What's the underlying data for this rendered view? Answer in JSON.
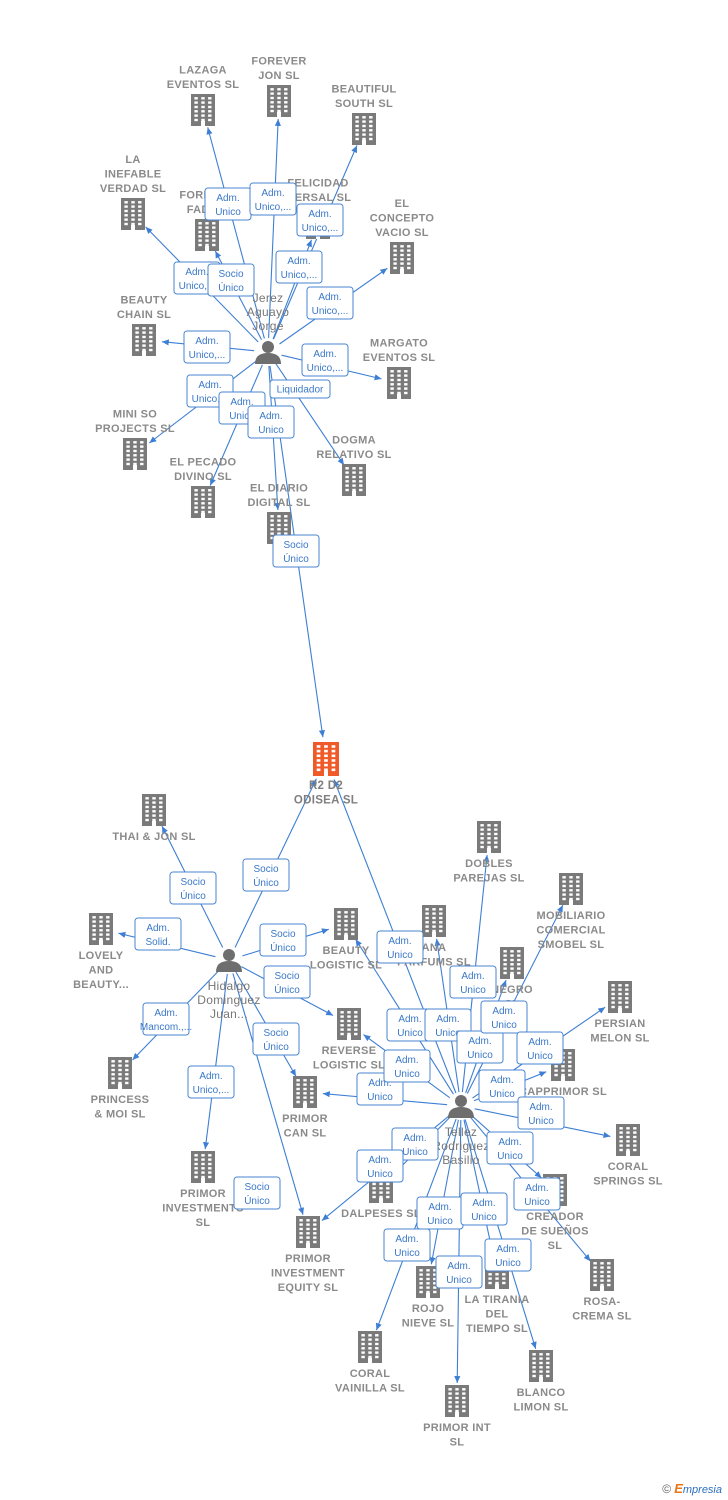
{
  "colors": {
    "company": "#7a7a7a",
    "focus": "#f05a28",
    "person": "#6e6e6e",
    "edge": "#3d7fd4",
    "label": "#8a8a8a"
  },
  "watermark": {
    "symbol": "©",
    "brand_initial": "E",
    "brand_rest": "mpresia"
  },
  "diagram": {
    "focus_id": "r2d2",
    "nodes": [
      {
        "id": "lazaga",
        "type": "company",
        "lines": [
          "LAZAGA",
          "EVENTOS SL"
        ]
      },
      {
        "id": "forever_jon",
        "type": "company",
        "lines": [
          "FOREVER",
          "JON SL"
        ]
      },
      {
        "id": "beautiful_south",
        "type": "company",
        "lines": [
          "BEAUTIFUL",
          "SOUTH SL"
        ]
      },
      {
        "id": "inefable",
        "type": "company",
        "lines": [
          "LA",
          "INEFABLE",
          "VERDAD SL"
        ]
      },
      {
        "id": "forever_fade",
        "type": "company",
        "lines": [
          "FOREVER",
          "FADE..."
        ]
      },
      {
        "id": "felicidad",
        "type": "company",
        "lines": [
          "FELICIDAD",
          "...ERSAL SL"
        ]
      },
      {
        "id": "concepto",
        "type": "company",
        "lines": [
          "EL",
          "CONCEPTO",
          "VACIO SL"
        ]
      },
      {
        "id": "beauty_chain",
        "type": "company",
        "lines": [
          "BEAUTY",
          "CHAIN SL"
        ]
      },
      {
        "id": "margato",
        "type": "company",
        "lines": [
          "MARGATO",
          "EVENTOS SL"
        ]
      },
      {
        "id": "mini_so",
        "type": "company",
        "lines": [
          "MINI SO",
          "PROJECTS SL"
        ]
      },
      {
        "id": "dogma",
        "type": "company",
        "lines": [
          "DOGMA",
          "RELATIVO SL"
        ]
      },
      {
        "id": "pecado",
        "type": "company",
        "lines": [
          "EL PECADO",
          "DIVINO SL"
        ]
      },
      {
        "id": "diario",
        "type": "company",
        "lines": [
          "EL DIARIO",
          "DIGITAL SL"
        ]
      },
      {
        "id": "r2d2",
        "type": "focus",
        "lines": [
          "R2 D2",
          "ODISEA SL"
        ]
      },
      {
        "id": "thai",
        "type": "company",
        "lines": [
          "THAI & JON SL"
        ]
      },
      {
        "id": "lovely",
        "type": "company",
        "lines": [
          "LOVELY",
          "AND",
          "BEAUTY..."
        ]
      },
      {
        "id": "princess",
        "type": "company",
        "lines": [
          "PRINCESS",
          "& MOI SL"
        ]
      },
      {
        "id": "primor_inv",
        "type": "company",
        "lines": [
          "PRIMOR",
          "INVESTMENTS",
          "SL"
        ]
      },
      {
        "id": "primor_eq",
        "type": "company",
        "lines": [
          "PRIMOR",
          "INVESTMENT",
          "EQUITY SL"
        ]
      },
      {
        "id": "beauty_logistic",
        "type": "company",
        "lines": [
          "BEAUTY",
          "LOGISTIC SL"
        ]
      },
      {
        "id": "reverse",
        "type": "company",
        "lines": [
          "REVERSE",
          "LOGISTIC SL"
        ]
      },
      {
        "id": "primor_can",
        "type": "company",
        "lines": [
          "PRIMOR",
          "CAN SL"
        ]
      },
      {
        "id": "ana_parfums",
        "type": "company",
        "lines": [
          "ANA",
          "PARFUMS SL"
        ]
      },
      {
        "id": "dobles",
        "type": "company",
        "lines": [
          "DOBLES",
          "PAREJAS SL"
        ]
      },
      {
        "id": "negro",
        "type": "company",
        "lines": [
          "NEGRO",
          "SL"
        ]
      },
      {
        "id": "mobiliario",
        "type": "company",
        "lines": [
          "MOBILIARIO",
          "COMERCIAL",
          "SMOBEL SL"
        ]
      },
      {
        "id": "persian",
        "type": "company",
        "lines": [
          "PERSIAN",
          "MELON SL"
        ]
      },
      {
        "id": "capprimor",
        "type": "company",
        "lines": [
          "CAPPRIMOR SL"
        ]
      },
      {
        "id": "coral_springs",
        "type": "company",
        "lines": [
          "CORAL",
          "SPRINGS SL"
        ]
      },
      {
        "id": "creador",
        "type": "company",
        "lines": [
          "CREADOR",
          "DE SUEÑOS",
          "SL"
        ]
      },
      {
        "id": "rosa",
        "type": "company",
        "lines": [
          "ROSA-",
          "CREMA SL"
        ]
      },
      {
        "id": "dalpeses",
        "type": "company",
        "lines": [
          "DALPESES SL"
        ]
      },
      {
        "id": "rojo",
        "type": "company",
        "lines": [
          "ROJO",
          "NIEVE SL"
        ]
      },
      {
        "id": "tirania",
        "type": "company",
        "lines": [
          "LA TIRANIA",
          "DEL",
          "TIEMPO SL"
        ]
      },
      {
        "id": "blanco",
        "type": "company",
        "lines": [
          "BLANCO",
          "LIMON SL"
        ]
      },
      {
        "id": "coral_vainilla",
        "type": "company",
        "lines": [
          "CORAL",
          "VAINILLA SL"
        ]
      },
      {
        "id": "primor_int",
        "type": "company",
        "lines": [
          "PRIMOR INT",
          "SL"
        ]
      },
      {
        "id": "jerez",
        "type": "person",
        "lines": [
          "Jerez",
          "Aguayo",
          "Jorge"
        ]
      },
      {
        "id": "hidalgo",
        "type": "person",
        "lines": [
          "Hidalgo",
          "Dominguez",
          "Juan..."
        ]
      },
      {
        "id": "tellez",
        "type": "person",
        "lines": [
          "Tellez",
          "Rodriguez",
          "Basilio"
        ]
      }
    ],
    "edges": [
      {
        "from": "jerez",
        "to": "lazaga",
        "label": [
          "Adm.",
          "Unico"
        ]
      },
      {
        "from": "jerez",
        "to": "forever_jon",
        "label": [
          "Adm.",
          "Unico,..."
        ]
      },
      {
        "from": "jerez",
        "to": "beautiful_south",
        "label": [
          "Adm.",
          "Unico,..."
        ]
      },
      {
        "from": "jerez",
        "to": "inefable",
        "label": [
          "Adm.",
          "Unico,..."
        ]
      },
      {
        "from": "jerez",
        "to": "forever_fade",
        "label": [
          "Socio",
          "Único"
        ]
      },
      {
        "from": "jerez",
        "to": "felicidad",
        "label": [
          "Adm.",
          "Unico,..."
        ]
      },
      {
        "from": "jerez",
        "to": "concepto",
        "label": [
          "Adm.",
          "Unico,..."
        ]
      },
      {
        "from": "jerez",
        "to": "beauty_chain",
        "label": [
          "Adm.",
          "Unico,..."
        ]
      },
      {
        "from": "jerez",
        "to": "margato",
        "label": [
          "Adm.",
          "Unico,..."
        ]
      },
      {
        "from": "jerez",
        "to": "mini_so",
        "label": [
          "Adm.",
          "Unico,..."
        ]
      },
      {
        "from": "jerez",
        "to": "dogma",
        "label": [
          "Liquidador"
        ]
      },
      {
        "from": "jerez",
        "to": "pecado",
        "label": [
          "Adm.",
          "Unico"
        ]
      },
      {
        "from": "jerez",
        "to": "diario",
        "label": [
          "Adm.",
          "Unico"
        ]
      },
      {
        "from": "jerez",
        "to": "r2d2",
        "label": [
          "Socio",
          "Único"
        ]
      },
      {
        "from": "hidalgo",
        "to": "r2d2",
        "label": [
          "Socio",
          "Único"
        ]
      },
      {
        "from": "hidalgo",
        "to": "thai",
        "label": [
          "Socio",
          "Único"
        ]
      },
      {
        "from": "hidalgo",
        "to": "lovely",
        "label": [
          "Adm.",
          "Solid."
        ]
      },
      {
        "from": "hidalgo",
        "to": "princess",
        "label": [
          "Adm.",
          "Mancom.,..."
        ]
      },
      {
        "from": "hidalgo",
        "to": "primor_inv",
        "label": [
          "Adm.",
          "Unico,..."
        ]
      },
      {
        "from": "hidalgo",
        "to": "beauty_logistic",
        "label": [
          "Socio",
          "Único"
        ]
      },
      {
        "from": "hidalgo",
        "to": "reverse",
        "label": [
          "Socio",
          "Único"
        ]
      },
      {
        "from": "hidalgo",
        "to": "primor_can",
        "label": [
          "Socio",
          "Único"
        ]
      },
      {
        "from": "hidalgo",
        "to": "primor_eq",
        "label": [
          "Socio",
          "Único"
        ]
      },
      {
        "from": "tellez",
        "to": "r2d2",
        "label": [
          "Adm.",
          "Unico"
        ]
      },
      {
        "from": "tellez",
        "to": "beauty_logistic",
        "label": [
          "Adm.",
          "Unico"
        ]
      },
      {
        "from": "tellez",
        "to": "ana_parfums",
        "label": [
          "Adm.",
          "Unico"
        ]
      },
      {
        "from": "tellez",
        "to": "dobles",
        "label": [
          "Adm.",
          "Unico"
        ]
      },
      {
        "from": "tellez",
        "to": "negro",
        "label": [
          "Adm.",
          "Unico"
        ]
      },
      {
        "from": "tellez",
        "to": "mobiliario",
        "label": [
          "Adm.",
          "Unico"
        ]
      },
      {
        "from": "tellez",
        "to": "persian",
        "label": [
          "Adm.",
          "Unico"
        ]
      },
      {
        "from": "tellez",
        "to": "capprimor",
        "label": [
          "Adm.",
          "Unico"
        ]
      },
      {
        "from": "tellez",
        "to": "coral_springs",
        "label": [
          "Adm.",
          "Unico"
        ]
      },
      {
        "from": "tellez",
        "to": "creador",
        "label": [
          "Adm.",
          "Unico"
        ]
      },
      {
        "from": "tellez",
        "to": "rosa",
        "label": [
          "Adm.",
          "Unico"
        ]
      },
      {
        "from": "tellez",
        "to": "reverse",
        "label": [
          "Adm.",
          "Unico"
        ]
      },
      {
        "from": "tellez",
        "to": "primor_can",
        "label": [
          "Adm.",
          "Unico"
        ]
      },
      {
        "from": "tellez",
        "to": "dalpeses",
        "label": [
          "Adm.",
          "Unico"
        ]
      },
      {
        "from": "tellez",
        "to": "primor_eq",
        "label": [
          "Adm.",
          "Unico"
        ]
      },
      {
        "from": "tellez",
        "to": "rojo",
        "label": [
          "Adm.",
          "Unico"
        ]
      },
      {
        "from": "tellez",
        "to": "tirania",
        "label": [
          "Adm.",
          "Unico"
        ]
      },
      {
        "from": "tellez",
        "to": "blanco",
        "label": [
          "Adm.",
          "Unico"
        ]
      },
      {
        "from": "tellez",
        "to": "coral_vainilla",
        "label": [
          "Adm.",
          "Unico"
        ]
      },
      {
        "from": "tellez",
        "to": "primor_int",
        "label": [
          "Adm.",
          "Unico"
        ]
      }
    ]
  }
}
